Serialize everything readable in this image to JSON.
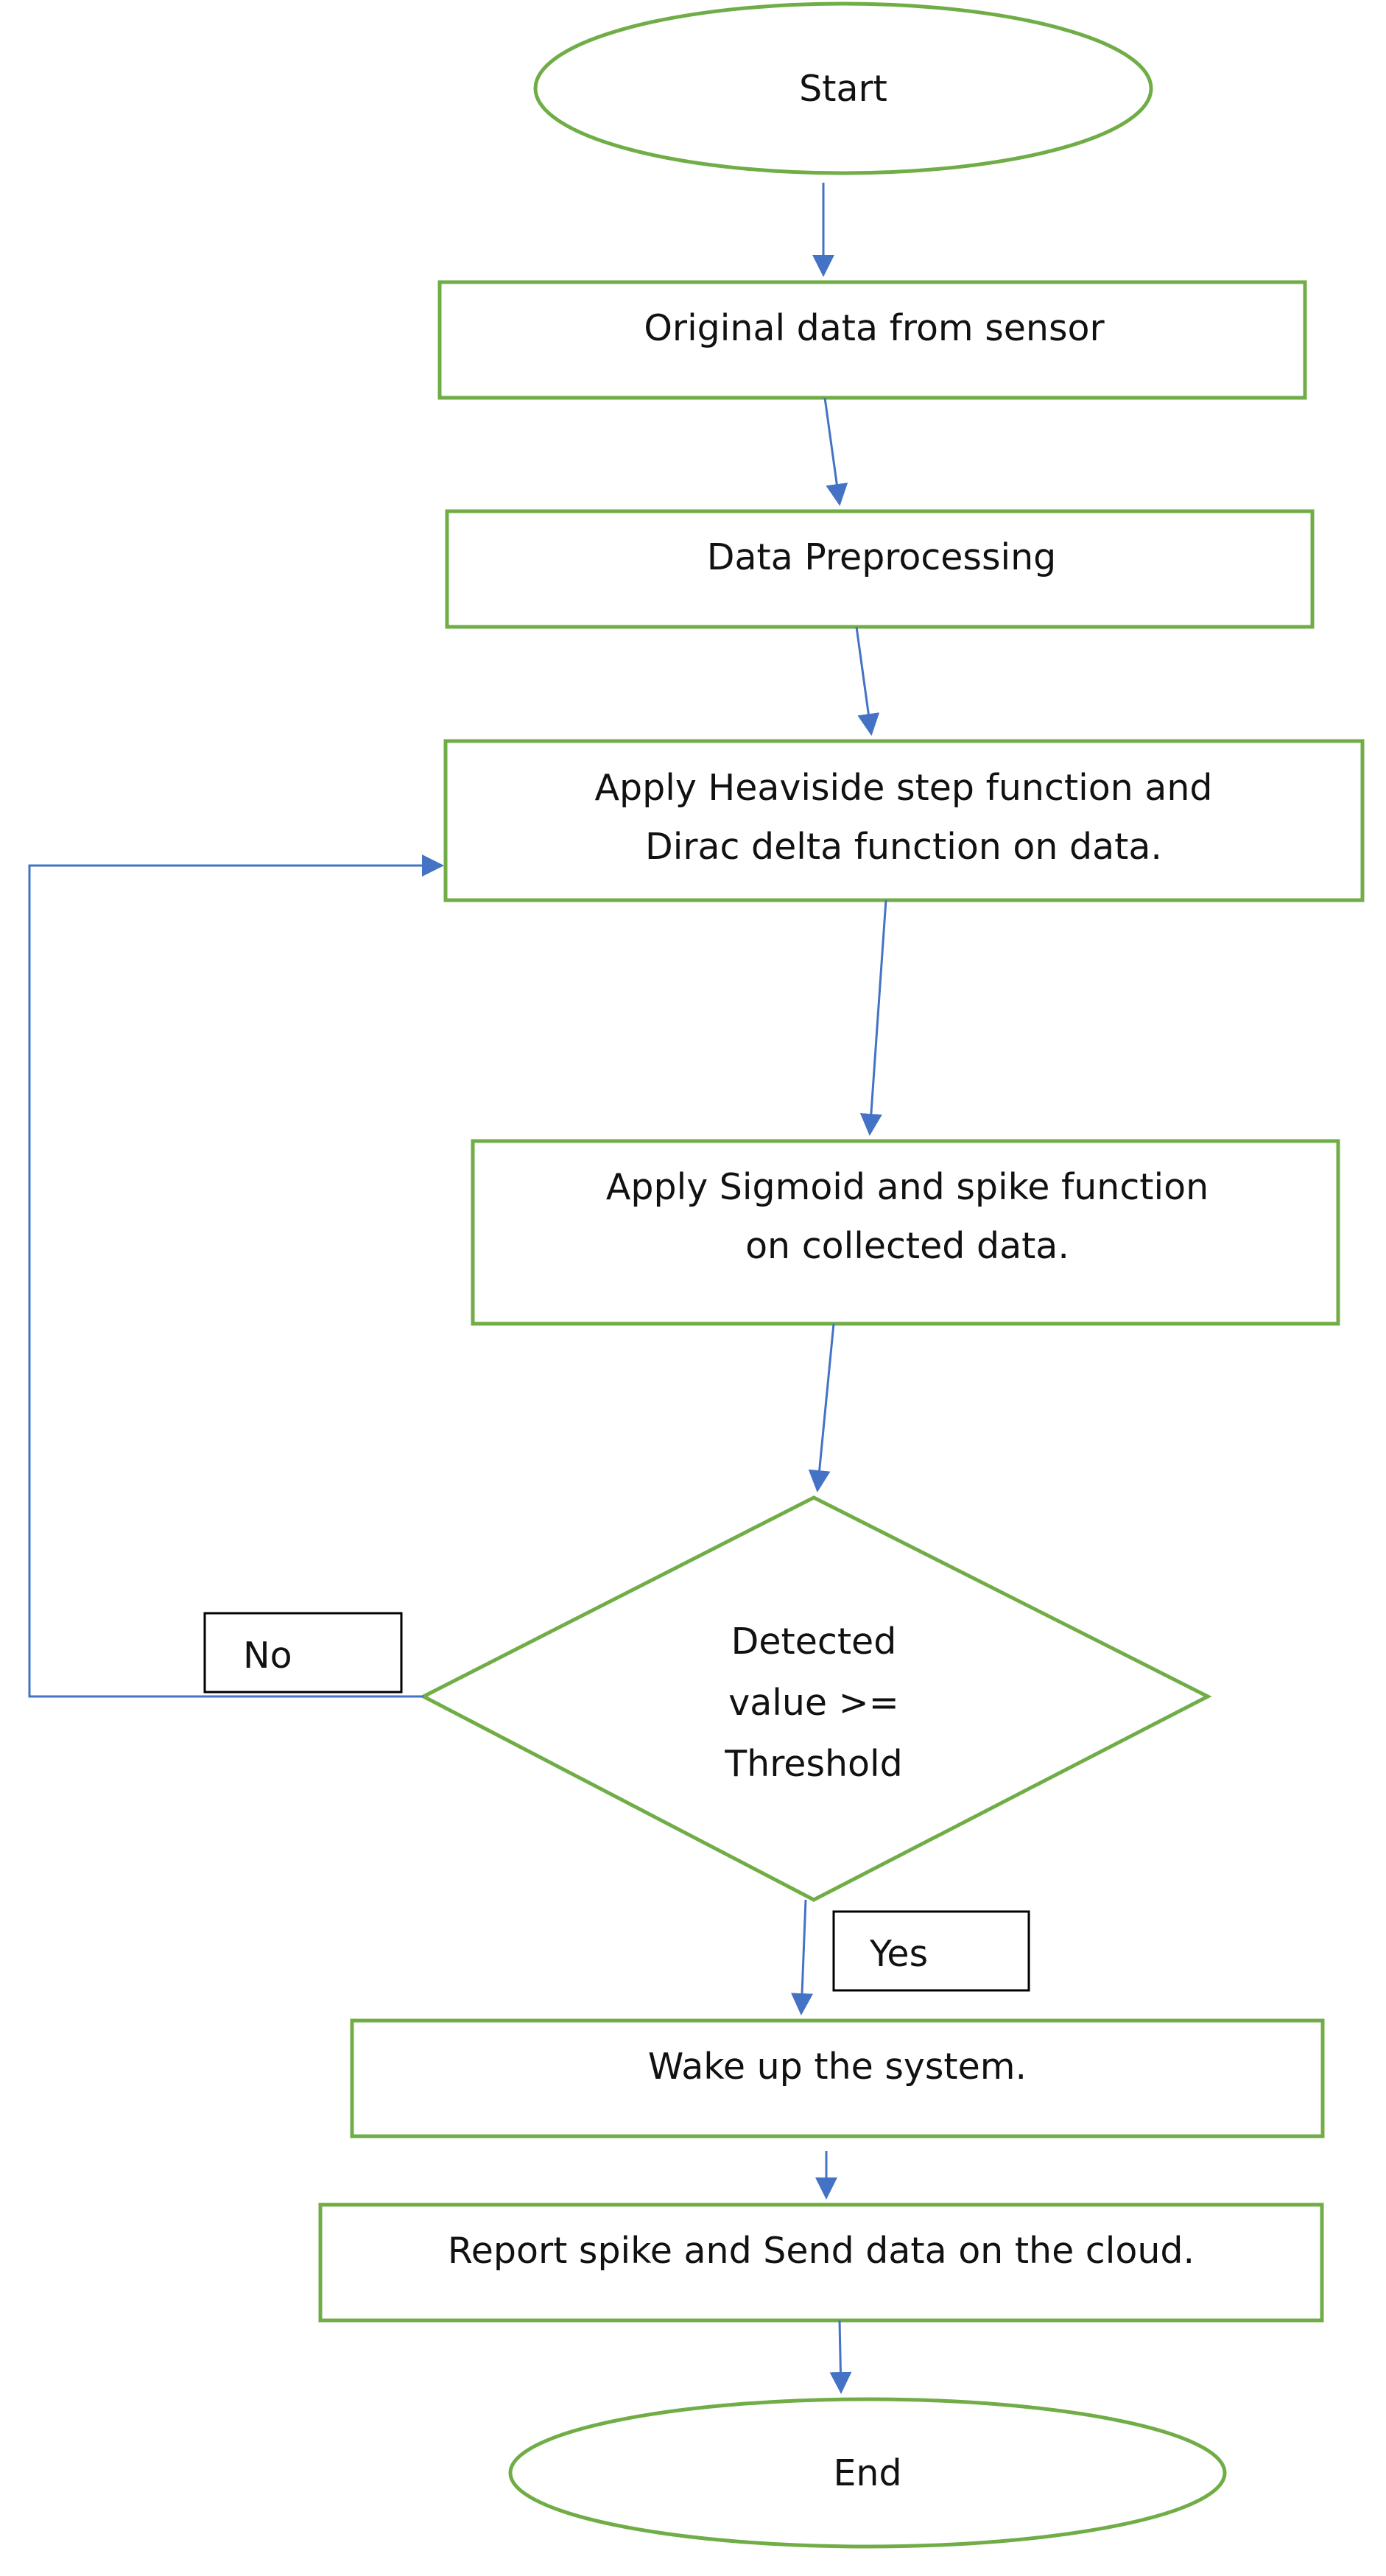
{
  "diagram": {
    "type": "flowchart",
    "colors": {
      "shape_stroke": "#70ad47",
      "connector": "#4472c4",
      "label_box_stroke": "#000000",
      "text": "#111111",
      "background": "#ffffff"
    },
    "nodes": {
      "start": {
        "shape": "ellipse",
        "text": "Start"
      },
      "original_data": {
        "shape": "process",
        "text": "Original data from sensor"
      },
      "preprocessing": {
        "shape": "process",
        "text": "Data Preprocessing"
      },
      "apply_heaviside": {
        "shape": "process",
        "lines": [
          "Apply Heaviside step function and",
          "Dirac delta function on data."
        ]
      },
      "apply_sigmoid": {
        "shape": "process",
        "lines": [
          "Apply Sigmoid and spike function",
          "on collected data."
        ]
      },
      "decision": {
        "shape": "decision",
        "lines": [
          "Detected",
          "value >=",
          "Threshold"
        ]
      },
      "wake_up": {
        "shape": "process",
        "text": "Wake up the system."
      },
      "report": {
        "shape": "process",
        "text": "Report spike and Send data on the cloud."
      },
      "end": {
        "shape": "ellipse",
        "text": "End"
      }
    },
    "branch_labels": {
      "no": "No",
      "yes": "Yes"
    },
    "edges": [
      {
        "from": "start",
        "to": "original_data"
      },
      {
        "from": "original_data",
        "to": "preprocessing"
      },
      {
        "from": "preprocessing",
        "to": "apply_heaviside"
      },
      {
        "from": "apply_heaviside",
        "to": "apply_sigmoid"
      },
      {
        "from": "apply_sigmoid",
        "to": "decision"
      },
      {
        "from": "decision",
        "to": "wake_up",
        "label": "Yes"
      },
      {
        "from": "decision",
        "to": "apply_heaviside",
        "label": "No"
      },
      {
        "from": "wake_up",
        "to": "report"
      },
      {
        "from": "report",
        "to": "end"
      }
    ]
  }
}
